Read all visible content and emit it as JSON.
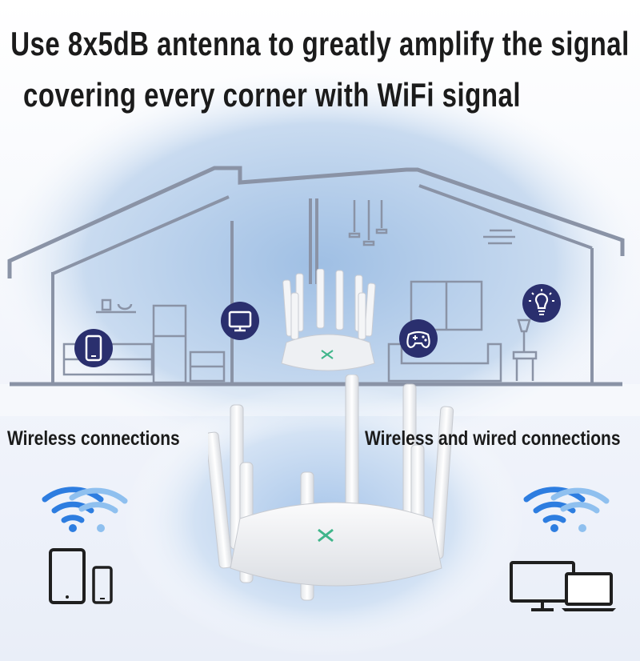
{
  "headline": {
    "line1": "Use 8x5dB antenna to greatly amplify the signal",
    "line2": "covering every corner with WiFi signal"
  },
  "captions": {
    "left": "Wireless connections",
    "right": "Wireless and wired connections"
  },
  "colors": {
    "icon_badge": "#2a2f6e",
    "house_line": "#8a93a6",
    "wifi_blue": "#2d7de0",
    "glow_blue": "#a9c7ea"
  },
  "icons": [
    "phone-icon",
    "monitor-icon",
    "gamepad-icon",
    "lightbulb-icon",
    "wifi-icon",
    "tablet-icon",
    "smartphone-icon",
    "desktop-monitor-icon",
    "laptop-icon",
    "router-icon"
  ]
}
